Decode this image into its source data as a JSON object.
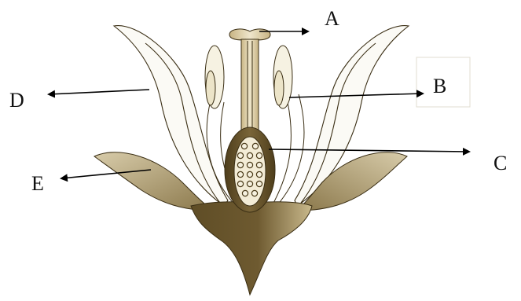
{
  "diagram": {
    "labels": {
      "a": "A",
      "b": "B",
      "c": "C",
      "d": "D",
      "e": "E"
    }
  },
  "colors": {
    "stroke": "#3a2e14",
    "receptacle_dark": "#5f4d26",
    "receptacle_light": "#c9b98c",
    "sepal_dark": "#8a774a",
    "sepal_light": "#d8ccaa",
    "petal_fill": "#fbfaf5",
    "anther_fill": "#f6f2e2",
    "style_fill": "#d9c9a0",
    "ovary_dark": "#5e4b24",
    "ovary_inner": "#f3ecd6"
  }
}
